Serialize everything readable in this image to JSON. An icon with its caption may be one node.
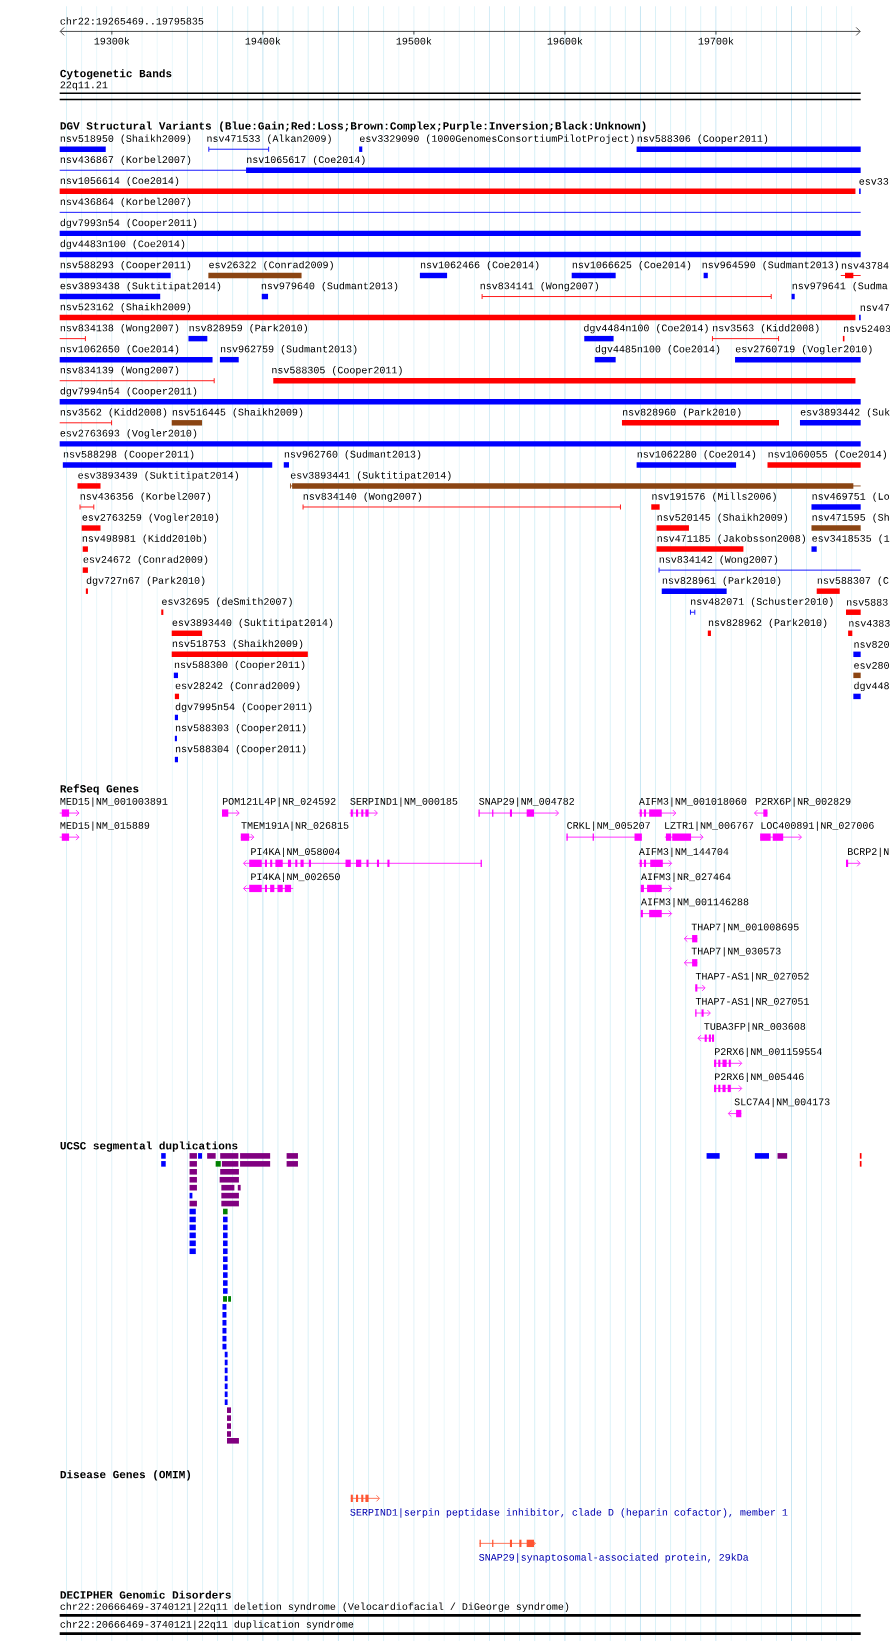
{
  "diagram": {
    "labels": [
      "chr22:19265469..19795835",
      "19300k",
      "19400k",
      "19500k",
      "19600k",
      "19700k",
      "Cytogenetic Bands",
      "22q11.21",
      "DGV Structural Variants (Blue:Gain;Red:Loss;Brown:Complex;Purple:Inversion;Black:Unknown)",
      "nsv518950 (Shaikh2009)",
      "nsv471533 (Alkan2009)",
      "esv3329090 (1000GenomesConsortiumPilotProject)",
      "nsv588306 (Cooper2011)",
      "nsv436867 (Korbel2007)",
      "nsv1065617 (Coe2014)",
      "nsv1056614 (Coe2014)",
      "esv33",
      "nsv436864 (Korbel2007)",
      "dgv7993n54 (Cooper2011)",
      "dgv4483n100 (Coe2014)",
      "nsv588293 (Cooper2011)",
      "esv26322 (Conrad2009)",
      "nsv1062466 (Coe2014)",
      "nsv1066625 (Coe2014)",
      "nsv964590 (Sudmant2013)",
      "nsv43784",
      "esv3893438 (Suktitipat2014)",
      "nsv979640 (Sudmant2013)",
      "nsv834141 (Wong2007)",
      "nsv979641 (Sudma",
      "nsv523162 (Shaikh2009)",
      "nsv47",
      "nsv834138 (Wong2007)",
      "nsv828959 (Park2010)",
      "dgv4484n100 (Coe2014)",
      "nsv3563 (Kidd2008)",
      "nsv52403",
      "nsv1062650 (Coe2014)",
      "nsv962759 (Sudmant2013)",
      "dgv4485n100 (Coe2014)",
      "esv2760719 (Vogler2010)",
      "nsv834139 (Wong2007)",
      "nsv588305 (Cooper2011)",
      "dgv7994n54 (Cooper2011)",
      "nsv3562 (Kidd2008)",
      "nsv516445 (Shaikh2009)",
      "nsv828960 (Park2010)",
      "esv3893442 (Suk",
      "esv2763693 (Vogler2010)",
      "nsv588298 (Cooper2011)",
      "nsv962760 (Sudmant2013)",
      "nsv1062280 (Coe2014)",
      "nsv1060055 (Coe2014)",
      "esv3893439 (Suktitipat2014)",
      "esv3893441 (Suktitipat2014)",
      "nsv436356 (Korbel2007)",
      "nsv834140 (Wong2007)",
      "nsv191576 (Mills2006)",
      "nsv469751 (Lo",
      "esv2763259 (Vogler2010)",
      "nsv520145 (Shaikh2009)",
      "nsv471595 (Sh",
      "nsv498981 (Kidd2010b)",
      "nsv471185 (Jakobsson2008)",
      "esv3418535 (1",
      "esv24672 (Conrad2009)",
      "nsv834142 (Wong2007)",
      "dgv727n67 (Park2010)",
      "nsv828961 (Park2010)",
      "nsv588307 (C",
      "esv32695 (deSmith2007)",
      "nsv482071 (Schuster2010)",
      "nsv5883",
      "esv3893440 (Suktitipat2014)",
      "nsv828962 (Park2010)",
      "nsv4383",
      "nsv518753 (Shaikh2009)",
      "nsv820",
      "nsv588300 (Cooper2011)",
      "esv280",
      "esv28242 (Conrad2009)",
      "dgv448",
      "dgv7995n54 (Cooper2011)",
      "nsv588303 (Cooper2011)",
      "nsv588304 (Cooper2011)",
      "RefSeq Genes",
      "MED15|NM_001003891",
      "POM121L4P|NR_024592",
      "SERPIND1|NM_000185",
      "SNAP29|NM_004782",
      "AIFM3|NM_001018060",
      "P2RX6P|NR_002829",
      "MED15|NM_015889",
      "TMEM191A|NR_026815",
      "CRKL|NM_005207",
      "LZTR1|NM_006767",
      "LOC400891|NR_027006",
      "PI4KA|NM_058004",
      "AIFM3|NM_144704",
      "BCRP2|N",
      "PI4KA|NM_002650",
      "AIFM3|NR_027464",
      "AIFM3|NM_001146288",
      "THAP7|NM_001008695",
      "THAP7|NM_030573",
      "THAP7-AS1|NR_027052",
      "THAP7-AS1|NR_027051",
      "TUBA3FP|NR_003608",
      "P2RX6|NM_001159554",
      "P2RX6|NM_005446",
      "SLC7A4|NM_004173",
      "UCSC segmental duplications",
      "Disease Genes (OMIM)",
      "SERPIND1|serpin peptidase inhibitor, clade D (heparin cofactor), member 1",
      "SNAP29|synaptosomal-associated protein, 29kDa",
      "DECIPHER Genomic Disorders",
      "chr22:20666469-3740121|22q11 deletion syndrome (Velocardiofacial / DiGeorge syndrome)",
      "chr22:20666469-3740121|22q11 duplication syndrome"
    ]
  }
}
